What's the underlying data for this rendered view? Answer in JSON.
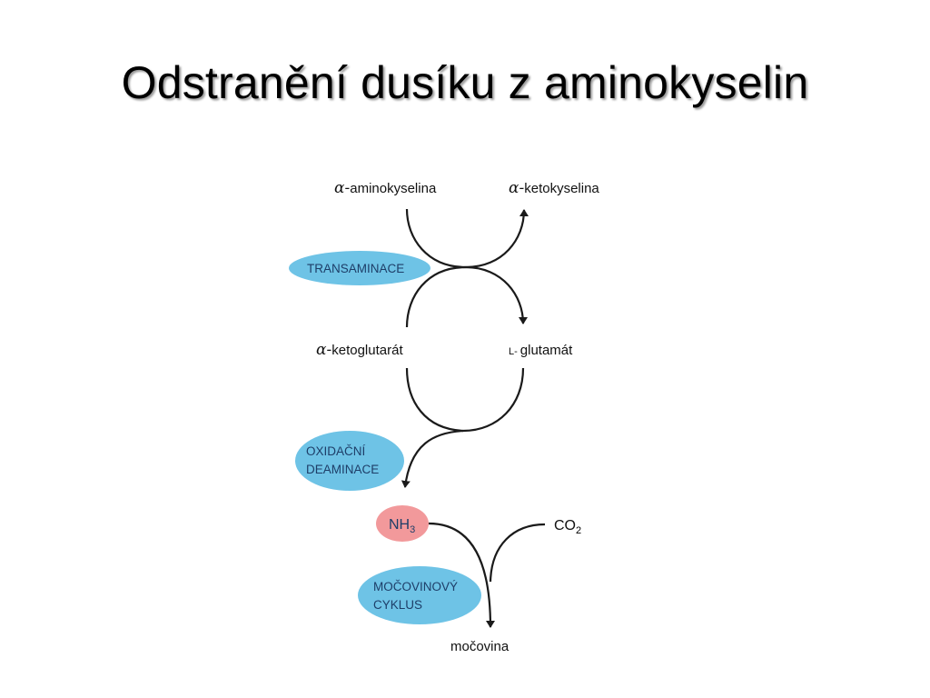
{
  "title": "Odstranění dusíku z aminokyselin",
  "diagram": {
    "alpha_symbol": "α-",
    "l_prefix": "L-",
    "nodes": {
      "aminokyselina": "aminokyselina",
      "ketokyselina": "ketokyselina",
      "ketoglutarat": "ketoglutarát",
      "glutamat": "glutamát",
      "nh3_main": "NH",
      "nh3_sub": "3",
      "co2_main": "CO",
      "co2_sub": "2",
      "mocovina": "močovina"
    },
    "processes": {
      "transaminace": "TRANSAMINACE",
      "oxidacni_deaminace_line1": "OXIDAČNÍ",
      "oxidacni_deaminace_line2": "DEAMINACE",
      "mocovinovy_cyklus_line1": "MOČOVINOVÝ",
      "mocovinovy_cyklus_line2": "CYKLUS"
    },
    "colors": {
      "process_fill": "#6ec3e6",
      "nh3_fill": "#f2999b",
      "process_text": "#1e3e68",
      "arrow": "#1a1a1a"
    }
  }
}
